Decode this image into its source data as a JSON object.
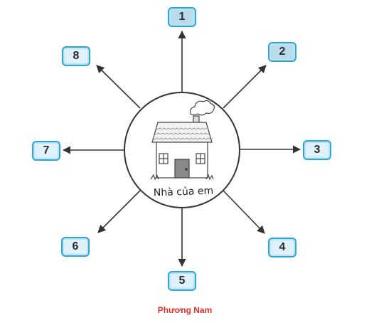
{
  "labels": {
    "center": "Nhà của em",
    "boxes": [
      "1",
      "2",
      "3",
      "4",
      "5",
      "6",
      "7",
      "8"
    ]
  },
  "credit": "Phương Nam",
  "colors": {
    "box_border": "#2aa7d8",
    "box_fill": "#dff1fb",
    "arrow": "#333333",
    "credit": "#e0302a"
  },
  "icons": {
    "center": "house-icon"
  }
}
